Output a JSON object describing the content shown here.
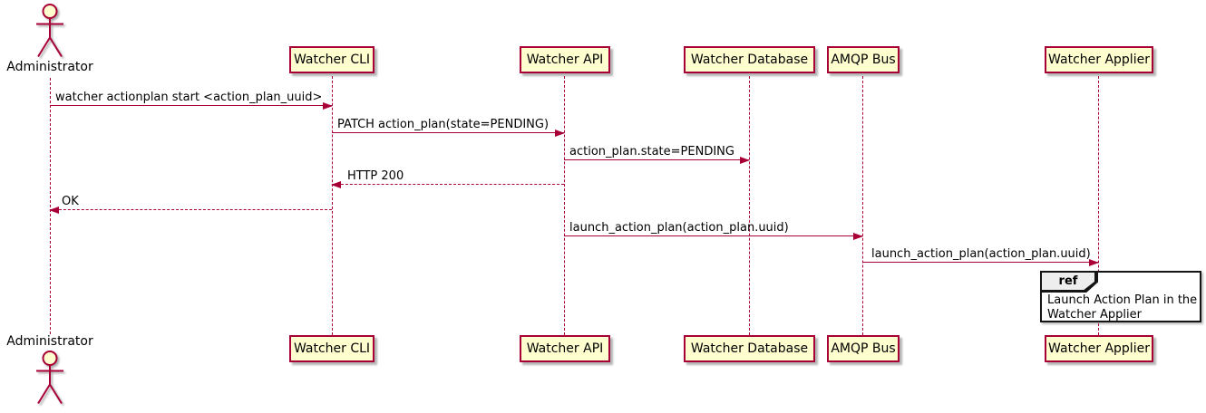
{
  "diagram_type": "sequence-diagram",
  "colors": {
    "background": "#FFFFFF",
    "participant_fill": "#FEFECE",
    "participant_border": "#A80036",
    "arrow_color": "#A80036",
    "lifeline_color": "#A80036",
    "text_color": "#000000",
    "ref_header_fill": "#EEEEEE",
    "ref_border": "#151515"
  },
  "actor": {
    "label": "Administrator"
  },
  "participants": [
    {
      "label": "Watcher CLI"
    },
    {
      "label": "Watcher API"
    },
    {
      "label": "Watcher Database"
    },
    {
      "label": "AMQP Bus"
    },
    {
      "label": "Watcher Applier"
    }
  ],
  "messages": [
    {
      "from": "Administrator",
      "to": "Watcher CLI",
      "label": "watcher actionplan start <action_plan_uuid>",
      "line": "solid",
      "direction": "right"
    },
    {
      "from": "Watcher CLI",
      "to": "Watcher API",
      "label": "PATCH action_plan(state=PENDING)",
      "line": "solid",
      "direction": "right"
    },
    {
      "from": "Watcher API",
      "to": "Watcher Database",
      "label": "action_plan.state=PENDING",
      "line": "solid",
      "direction": "right"
    },
    {
      "from": "Watcher API",
      "to": "Watcher CLI",
      "label": "HTTP 200",
      "line": "dashed",
      "direction": "left"
    },
    {
      "from": "Watcher CLI",
      "to": "Administrator",
      "label": "OK",
      "line": "dashed",
      "direction": "left"
    },
    {
      "from": "Watcher API",
      "to": "AMQP Bus",
      "label": "launch_action_plan(action_plan.uuid)",
      "line": "solid",
      "direction": "right"
    },
    {
      "from": "AMQP Bus",
      "to": "Watcher Applier",
      "label": "launch_action_plan(action_plan.uuid)",
      "line": "solid",
      "direction": "right"
    }
  ],
  "ref_fragment": {
    "keyword": "ref",
    "lines": [
      "Launch Action Plan in the",
      "Watcher Applier"
    ]
  }
}
